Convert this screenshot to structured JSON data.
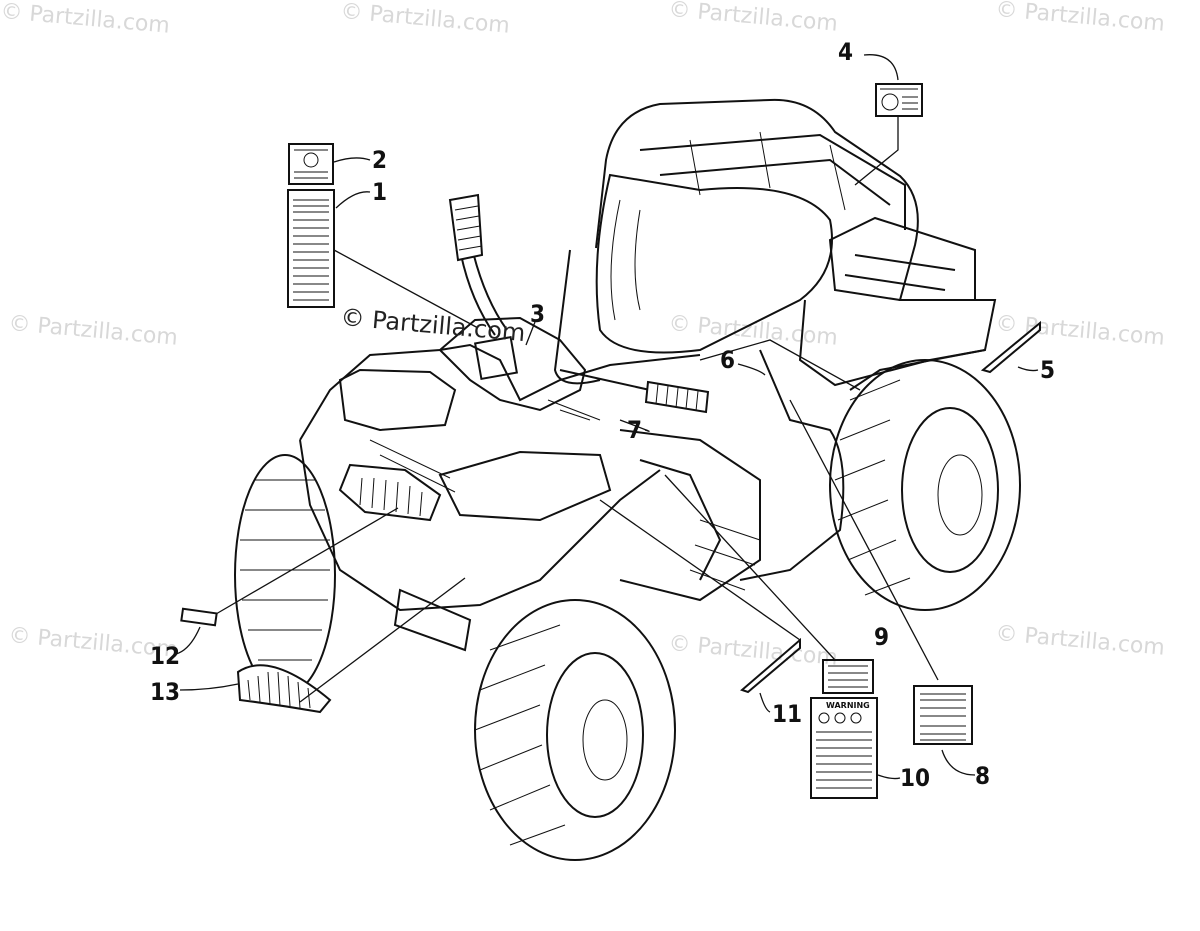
{
  "watermark": {
    "text": "© Partzilla.com",
    "center_text": "© Partzilla.com"
  },
  "callouts": [
    {
      "number": "1"
    },
    {
      "number": "2"
    },
    {
      "number": "3"
    },
    {
      "number": "4"
    },
    {
      "number": "5"
    },
    {
      "number": "6"
    },
    {
      "number": "7"
    },
    {
      "number": "8"
    },
    {
      "number": "9"
    },
    {
      "number": "10"
    },
    {
      "number": "11"
    },
    {
      "number": "12"
    },
    {
      "number": "13"
    }
  ],
  "labels": {
    "warning_10": "WARNING"
  }
}
